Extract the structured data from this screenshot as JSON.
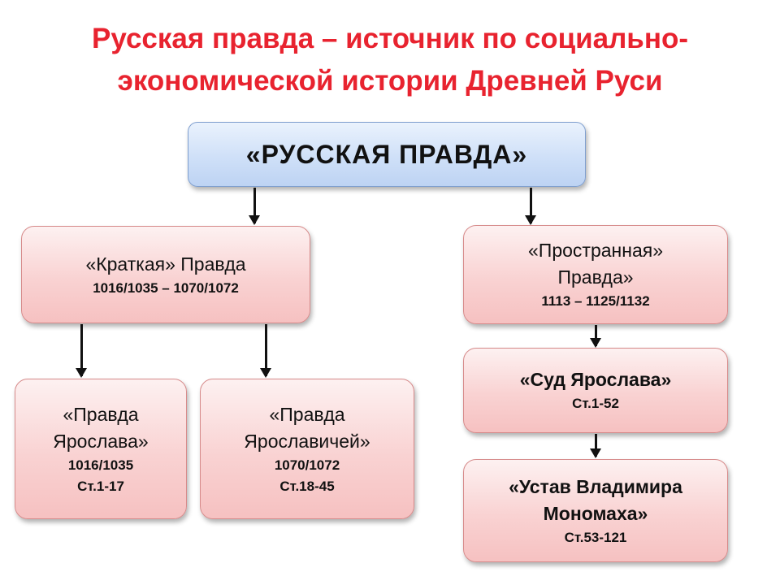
{
  "title": {
    "line1": "Русская правда – источник по социально-",
    "line2": "экономической истории Древней Руси"
  },
  "root": {
    "label": "«РУССКАЯ ПРАВДА»"
  },
  "kratkaya": {
    "name": "«Краткая» Правда",
    "dates": "1016/1035 – 1070/1072"
  },
  "yaroslav": {
    "name_line1": "«Правда",
    "name_line2": "Ярослава»",
    "dates": "1016/1035",
    "articles": "Ст.1-17"
  },
  "yaroslavichi": {
    "name_line1": "«Правда",
    "name_line2": "Ярославичей»",
    "dates": "1070/1072",
    "articles": "Ст.18-45"
  },
  "prostrannaya": {
    "name_line1": "«Пространная»",
    "name_line2": "Правда»",
    "dates": "1113 – 1125/1132"
  },
  "sud": {
    "name": "«Суд Ярослава»",
    "articles": "Ст.1-52"
  },
  "ustav": {
    "name_line1": "«Устав Владимира",
    "name_line2": "Мономаха»",
    "articles": "Ст.53-121"
  },
  "colors": {
    "title": "#e8232f",
    "pink_box": "#f9d2d2",
    "blue_box": "#cfe0f8",
    "arrow": "#111111"
  }
}
